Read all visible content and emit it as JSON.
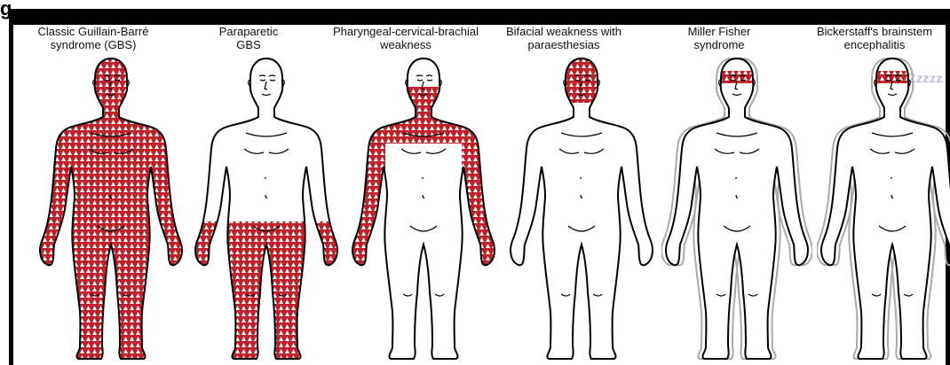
{
  "figure_letter": "g",
  "panels": [
    {
      "line1": "Classic Guillain-Barré",
      "line2": "syndrome (GBS)",
      "affected": "whole-body"
    },
    {
      "line1": "Paraparetic",
      "line2": "GBS",
      "affected": "legs"
    },
    {
      "line1": "Pharyngeal-cervical-brachial",
      "line2": "weakness",
      "affected": "neck-arms"
    },
    {
      "line1": "Bifacial weakness with",
      "line2": "paraesthesias",
      "affected": "face"
    },
    {
      "line1": "Miller Fisher",
      "line2": "syndrome",
      "affected": "eyes-ataxia"
    },
    {
      "line1": "Bickerstaff's brainstem",
      "line2": "encephalitis",
      "affected": "eyes-ataxia-drowsy"
    }
  ],
  "sleep_text": "Zzzzz",
  "colors": {
    "affected_fill": "#c0202a",
    "pattern_light": "#ffffff",
    "outline": "#000000",
    "ghost_outline": "#aaaaaa",
    "sleep": "#b7bfe3"
  }
}
